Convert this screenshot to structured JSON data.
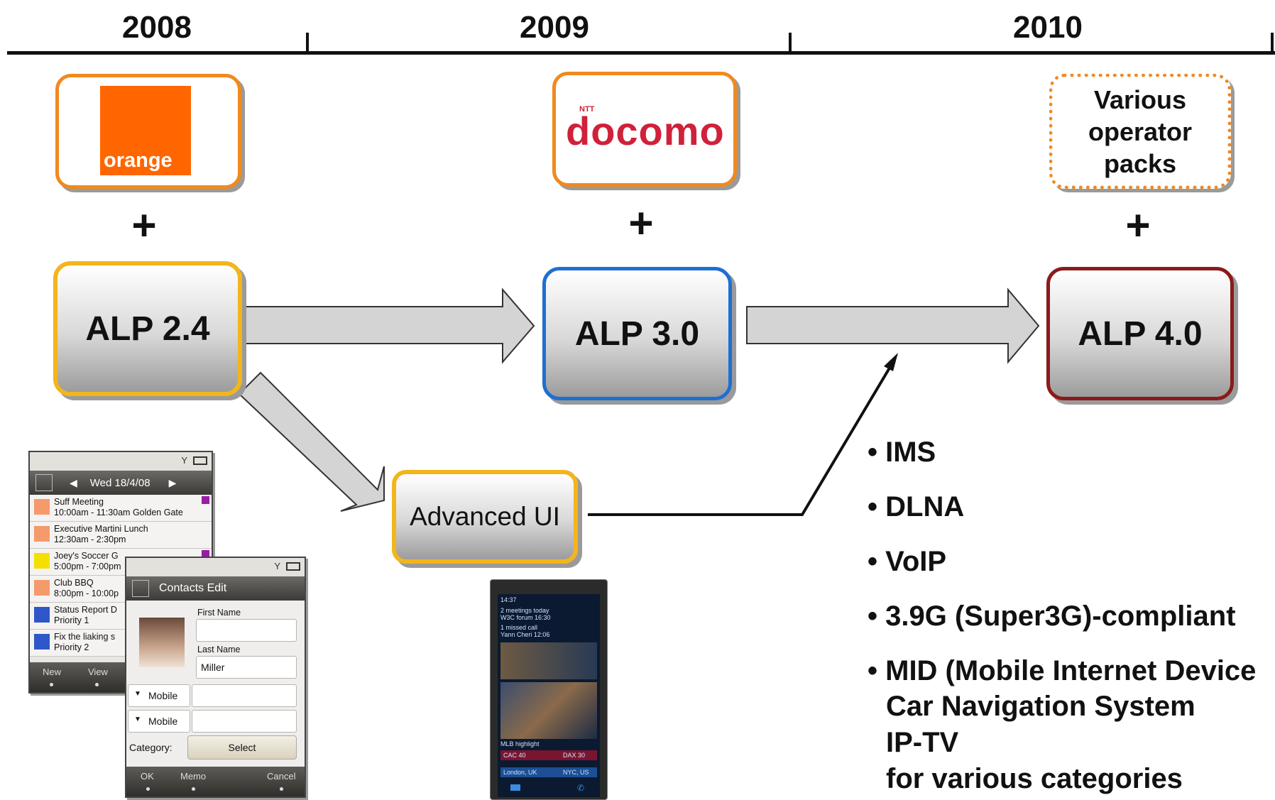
{
  "timeline": {
    "years": [
      "2008",
      "2009",
      "2010"
    ]
  },
  "operators": {
    "orange": {
      "logo_text": "orange",
      "brand_color": "#ff6600"
    },
    "docomo": {
      "logo_text": "docomo",
      "logo_small": "NTT",
      "brand_color": "#d0213a"
    },
    "various": {
      "line1": "Various",
      "line2": "operator",
      "line3": "packs"
    }
  },
  "plus": "+",
  "platforms": [
    {
      "label": "ALP 2.4",
      "border_color": "#f2b51c"
    },
    {
      "label": "ALP 3.0",
      "border_color": "#1f6fd1"
    },
    {
      "label": "ALP 4.0",
      "border_color": "#8b1a1a"
    }
  ],
  "advanced_ui": {
    "label": "Advanced UI",
    "border_color": "#f2b51c"
  },
  "features": [
    {
      "text": "• IMS"
    },
    {
      "text": "• DLNA"
    },
    {
      "text": "• VoIP"
    },
    {
      "text": "• 3.9G (Super3G)-compliant"
    },
    {
      "text": "• MID (Mobile Internet Device",
      "sub": [
        "Car Navigation System",
        "IP-TV",
        "for various categories"
      ]
    }
  ],
  "calendar_screen": {
    "date": "Wed 18/4/08",
    "events": [
      {
        "title": "Suff Meeting",
        "detail": "10:00am - 11:30am    Golden Gate",
        "color": "#f59a6a"
      },
      {
        "title": "Executive Martini Lunch",
        "detail": "12:30am - 2:30pm",
        "color": "#f59a6a"
      },
      {
        "title": "Joey's Soccer G",
        "detail": "5:00pm - 7:00pm",
        "color": "#f4e000"
      },
      {
        "title": "Club BBQ",
        "detail": "8:00pm - 10:00p",
        "color": "#f59a6a"
      },
      {
        "title": "Status Report D",
        "detail": "Priority 1",
        "color": "#2f57c8"
      },
      {
        "title": "Fix the liaking s",
        "detail": "Priority 2",
        "color": "#2f57c8"
      }
    ],
    "softkeys": [
      "New",
      "View"
    ]
  },
  "contacts_screen": {
    "title": "Contacts Edit",
    "first_name_label": "First Name",
    "last_name_label": "Last Name",
    "last_name_value": "Miller",
    "phone_type_1": "Mobile",
    "phone_type_2": "Mobile",
    "category_label": "Category:",
    "select_label": "Select",
    "softkeys": [
      "OK",
      "Memo",
      "Cancel"
    ]
  },
  "smartphone_screen": {
    "time": "14:37",
    "lines": [
      "2 meetings today",
      "W3C forum 16:30",
      "1 missed call",
      "Yann Cheri 12:06",
      "MLB highlight",
      "CAC 40",
      "DAX 30",
      "London, UK",
      "NYC, US"
    ]
  }
}
